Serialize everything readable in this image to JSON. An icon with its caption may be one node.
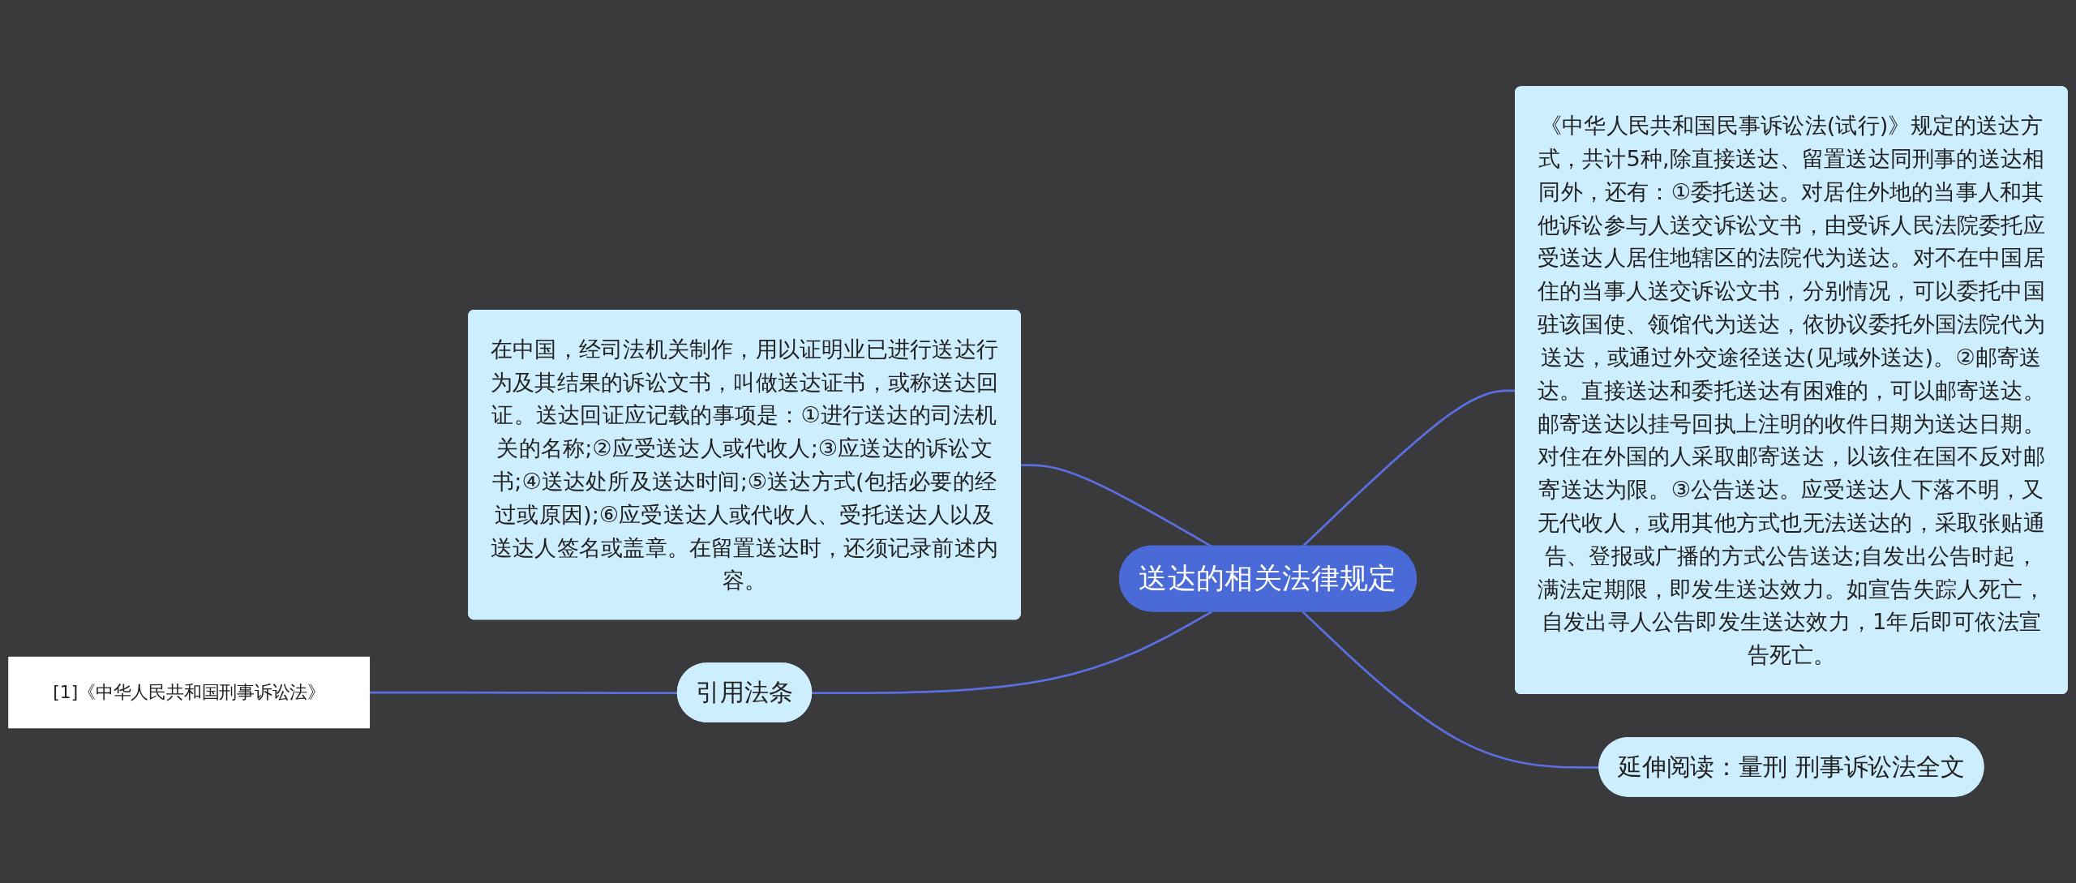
{
  "diagram": {
    "nodes": [
      {
        "text": [
          "送达的相关法律规定"
        ]
      },
      {
        "text": [
          "在中国，经司法机关制作，用以证明业已进行送达行为及其结果的诉讼文书，叫做送达证书，或称送达回证。送达回证应记载的事项是：①进行送达的司法机关的名称;②应受送达人或代收人;③应送达的诉讼文书;④送达处所及送达时间;⑤送达方式(包括必要的经过或原因);⑥应受送达人或代收人、受托送达人以及送达人签名或盖章。在留置送达时，还须记录前述内容。"
        ]
      },
      {
        "text": [
          "《中华人民共和国民事诉讼法(试行)》规定的送达方式，共计5种,除直接送达、留置送达同刑事的送达相同外，还有：①委托送达。对居住外地的当事人和其他诉讼参与人送交诉讼文书，由受诉人民法院委托应受送达人居住地辖区的法院代为送达。对不在中国居住的当事人送交诉讼文书，分别情况，可以委托中国驻该国使、领馆代为送达，依协议委托外国法院代为送达，或通过外交途径送达(见域外送达)。②邮寄送达。直接送达和委托送达有困难的，可以邮寄送达。邮寄送达以挂号回执上注明的收件日期为送达日期。对住在外国的人采取邮寄送达，以该住在国不反对邮寄送达为限。③公告送达。应受送达人下落不明，又无代收人，或用其他方式也无法送达的，采取张贴通告、登报或广播的方式公告送达;自发出公告时起，满法定期限，即发生送达效力。如宣告失踪人死亡，自发出寻人公告即发生送达效力，1年后即可依法宣告死亡。"
        ]
      },
      {
        "text": [
          "引用法条"
        ]
      },
      {
        "text": [
          "[1]《中华人民共和国刑事诉讼法》"
        ]
      },
      {
        "text": [
          "延伸阅读：量刑 刑事诉讼法全文"
        ]
      }
    ],
    "edges": [
      {
        "from": 1,
        "to": 0,
        "arrow": "none"
      },
      {
        "from": 0,
        "to": 2,
        "arrow": "none"
      },
      {
        "from": 3,
        "to": 0,
        "arrow": "none"
      },
      {
        "from": 4,
        "to": 3,
        "arrow": "none"
      },
      {
        "from": 0,
        "to": 5,
        "arrow": "none"
      }
    ]
  }
}
